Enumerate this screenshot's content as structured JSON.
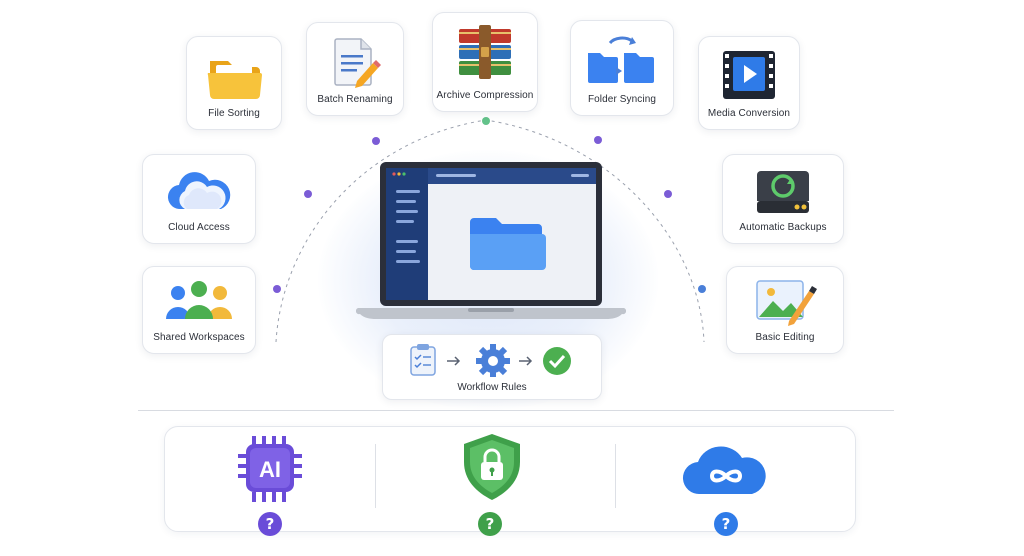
{
  "features": {
    "file_sorting": "File Sorting",
    "batch_renaming": "Batch Renaming",
    "archive_compression": "Archive Compression",
    "folder_syncing": "Folder Syncing",
    "media_conversion": "Media Conversion",
    "cloud_access": "Cloud Access",
    "automatic_backups": "Automatic Backups",
    "shared_workspaces": "Shared Workspaces",
    "basic_editing": "Basic Editing",
    "workflow_rules": "Workflow Rules"
  },
  "bottom": {
    "ai_label": "AI",
    "question_mark": "?"
  },
  "colors": {
    "accent_blue": "#2f7be8",
    "ai_purple": "#6a4cd8",
    "shield_green": "#3fa04a",
    "dot_purple": "#7b5cd6",
    "dot_green": "#63c28a",
    "dot_blue": "#4a7fd8"
  }
}
